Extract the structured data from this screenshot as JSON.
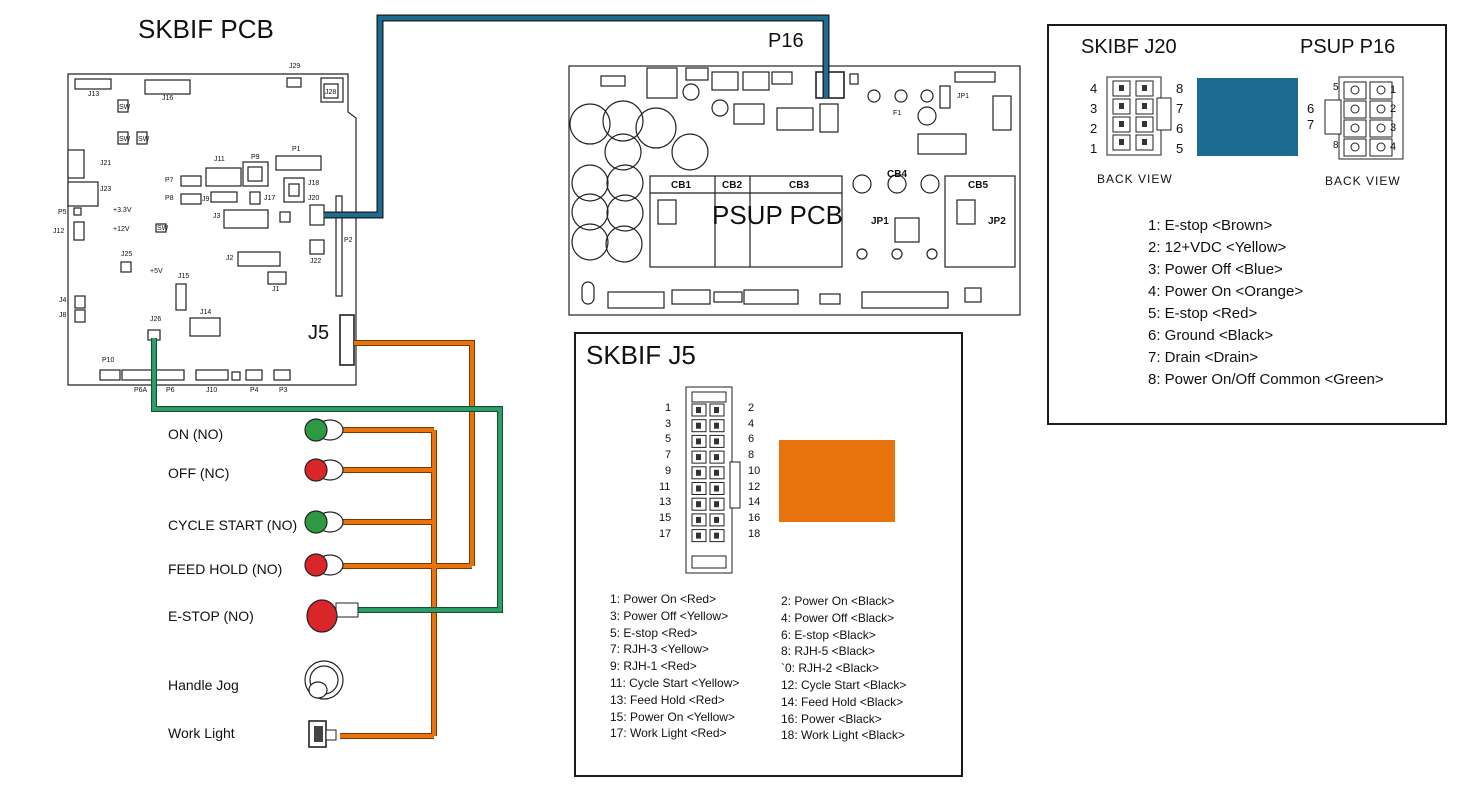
{
  "titles": {
    "skbif_pcb": "SKBIF PCB",
    "psup_pcb": "PSUP PCB",
    "p16": "P16",
    "j5": "J5"
  },
  "skbif_labels": [
    "J13",
    "J16",
    "J29",
    "J28",
    "J21",
    "J23",
    "P5",
    "J12",
    "J25",
    "J4",
    "J8",
    "J26",
    "P10",
    "P6A",
    "P6",
    "J10",
    "P4",
    "P3",
    "J14",
    "J15",
    "J2",
    "J1",
    "J3",
    "J17",
    "J9",
    "P8",
    "P7",
    "J11",
    "P9",
    "P1",
    "J18",
    "J20",
    "J22",
    "P2",
    "+3.3V",
    "+12V",
    "+5V",
    "SW",
    "SW",
    "SW",
    "SW"
  ],
  "psup_labels": {
    "cb1": "CB1",
    "cb2": "CB2",
    "cb3": "CB3",
    "cb4": "CB4",
    "cb5": "CB5",
    "jp1": "JP1",
    "jp1b": "JP1",
    "jp2": "JP2",
    "f1": "F1"
  },
  "buttons": [
    {
      "label": "ON (NO)",
      "kind": "green"
    },
    {
      "label": "OFF (NC)",
      "kind": "red"
    },
    {
      "label": "CYCLE START (NO)",
      "kind": "green"
    },
    {
      "label": "FEED HOLD (NO)",
      "kind": "red"
    },
    {
      "label": "E-STOP (NO)",
      "kind": "estop"
    },
    {
      "label": "Handle Jog",
      "kind": "jog"
    },
    {
      "label": "Work Light",
      "kind": "switch"
    }
  ],
  "j20_box": {
    "left_title": "SKIBF J20",
    "right_title": "PSUP P16",
    "back_view_left": "BACK  VIEW",
    "back_view_right": "BACK  VIEW",
    "left_pins_left": [
      "4",
      "3",
      "2",
      "1"
    ],
    "left_pins_right": [
      "8",
      "7",
      "6",
      "5"
    ],
    "right_pins_left": [
      "6",
      "7"
    ],
    "right_pins_right": [
      "1",
      "2",
      "3",
      "4"
    ],
    "right_pins_inner_left": [
      "5",
      "8"
    ],
    "swatch_color": "#1b6c90",
    "legend": [
      "1:  E-stop <Brown>",
      "2:  12+VDC <Yellow>",
      "3:  Power Off <Blue>",
      "4:  Power On <Orange>",
      "5:  E-stop <Red>",
      "6:  Ground <Black>",
      "7:  Drain <Drain>",
      "8:  Power On/Off Common <Green>"
    ]
  },
  "j5_box": {
    "title": "SKBIF J5",
    "swatch_color": "#e8720c",
    "odd_pins": [
      "1",
      "3",
      "5",
      "7",
      "9",
      "11",
      "13",
      "15",
      "17"
    ],
    "even_pins": [
      "2",
      "4",
      "6",
      "8",
      "10",
      "12",
      "14",
      "16",
      "18"
    ],
    "legend_left": [
      "1: Power On <Red>",
      "3: Power Off <Yellow>",
      "5: E-stop <Red>",
      "7: RJH-3 <Yellow>",
      "9: RJH-1 <Red>",
      "11: Cycle Start <Yellow>",
      "13: Feed Hold <Red>",
      "15: Power On <Yellow>",
      "17: Work Light <Red>"
    ],
    "legend_right": [
      "2: Power On <Black>",
      "4: Power Off <Black>",
      "6: E-stop <Black>",
      "8: RJH-5 <Black>",
      "`0: RJH-2 <Black>",
      "12: Cycle Start <Black>",
      "14: Feed Hold <Black>",
      "16: Power <Black>",
      "18: Work Light <Black>"
    ]
  },
  "colors": {
    "blue_wire": "#1b6c90",
    "orange_wire": "#e8720c",
    "green_wire": "#2e9e6a",
    "button_green": "#2d9a43",
    "button_red": "#d9262b"
  }
}
